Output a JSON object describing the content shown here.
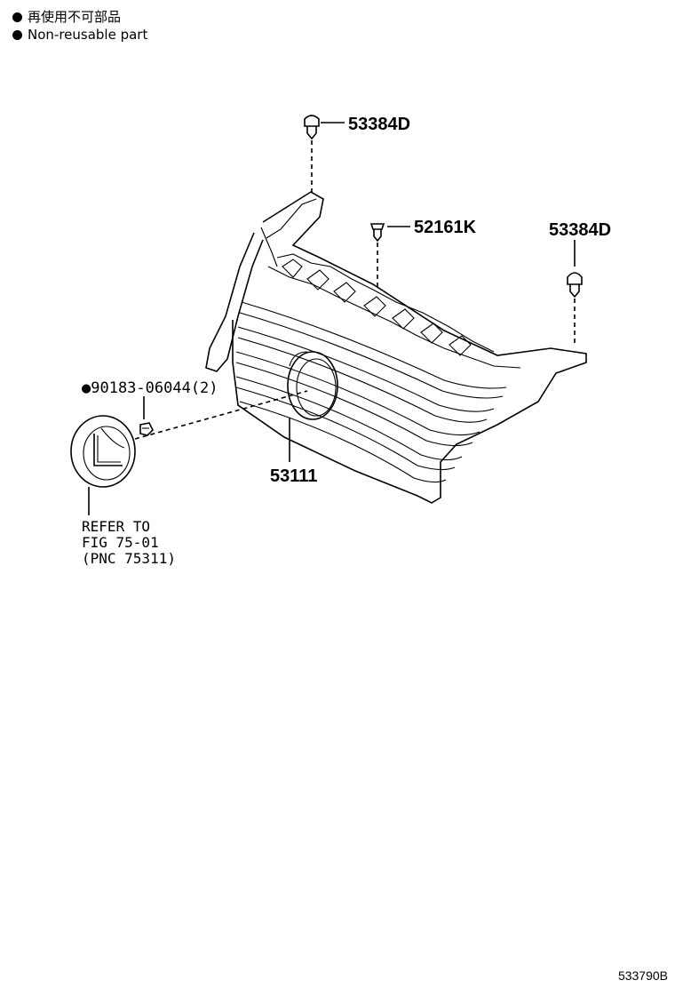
{
  "legend": {
    "jp_text": "再使用不可部品",
    "en_text": "Non-reusable part"
  },
  "parts": {
    "clip_top": "53384D",
    "clip_mid": "52161K",
    "clip_right": "53384D",
    "nut": "●90183-06044(2)",
    "grille": "53111"
  },
  "refer": {
    "line1": "REFER TO",
    "line2": "FIG 75-01",
    "line3": "(PNC 75311)"
  },
  "figure_id": "533790B"
}
